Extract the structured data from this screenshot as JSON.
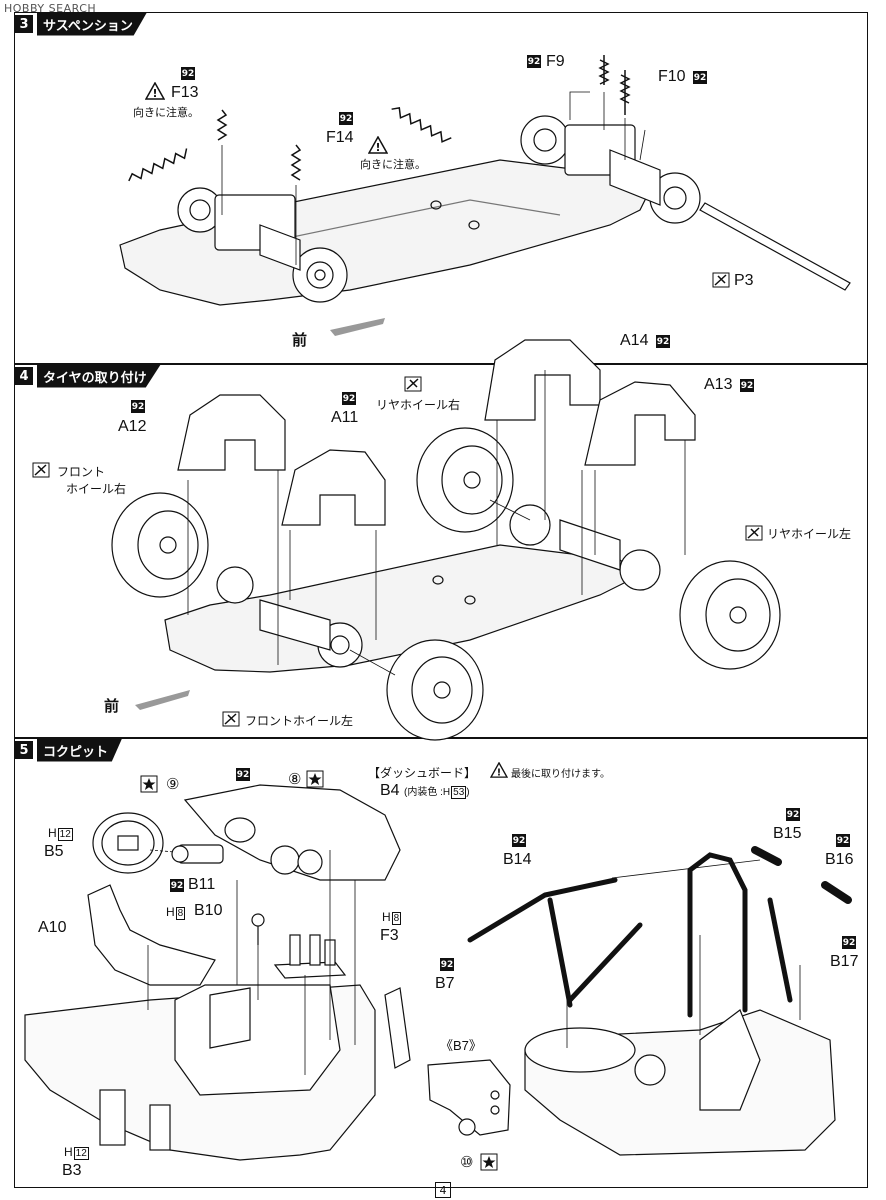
{
  "watermark": "HOBBY SEARCH",
  "sections": {
    "s3": {
      "num": "3",
      "title": "サスペンション"
    },
    "s4": {
      "num": "4",
      "title": "タイヤの取り付け"
    },
    "s5": {
      "num": "5",
      "title": "コクピット"
    }
  },
  "badge_92": "92",
  "s3_labels": {
    "f13": "F13",
    "f13_note": "向きに注意。",
    "f14": "F14",
    "f14_note": "向きに注意。",
    "f9": "F9",
    "f10": "F10",
    "p3": "P3",
    "front": "前"
  },
  "s4_labels": {
    "a12": "A12",
    "a11": "A11",
    "a14": "A14",
    "a13": "A13",
    "rear_right": "リヤホイール右",
    "front_right_1": "フロント",
    "front_right_2": "ホイール右",
    "rear_left": "リヤホイール左",
    "front_left": "フロントホイール左",
    "front": "前"
  },
  "s5_labels": {
    "dash_title": "【ダッシュボード】",
    "dash_note": "最後に取り付けます。",
    "b4": "B4",
    "b4_note": "(内装色 :H",
    "b4_color": "53",
    "b4_close": ")",
    "b5": "B5",
    "h12": "H",
    "h12_num": "12",
    "b11": "B11",
    "b10": "B10",
    "h8": "H",
    "h8_num": "8",
    "a10": "A10",
    "f3": "F3",
    "b7": "B7",
    "b7_detail": "《B7》",
    "b3": "B3",
    "b14": "B14",
    "b15": "B15",
    "b16": "B16",
    "b17": "B17",
    "n9": "⑨",
    "n8": "⑧",
    "n10": "⑩"
  },
  "page_number": "4"
}
